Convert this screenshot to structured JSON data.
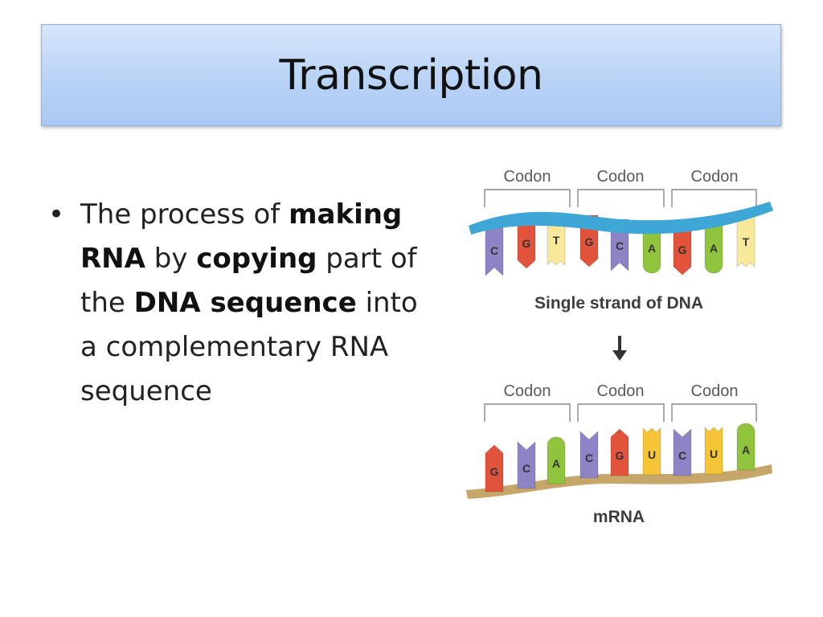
{
  "slide": {
    "title": "Transcription"
  },
  "bullet": {
    "parts": [
      {
        "text": "The process of ",
        "bold": false
      },
      {
        "text": "making RNA",
        "bold": true
      },
      {
        "text": " by ",
        "bold": false
      },
      {
        "text": "copying",
        "bold": true
      },
      {
        "text": " part of the ",
        "bold": false
      },
      {
        "text": "DNA sequence",
        "bold": true
      },
      {
        "text": " into a complementary RNA sequence",
        "bold": false
      }
    ]
  },
  "diagram": {
    "dna": {
      "codon_labels": [
        "Codon",
        "Codon",
        "Codon"
      ],
      "bases": [
        "C",
        "G",
        "T",
        "G",
        "C",
        "A",
        "G",
        "A",
        "T"
      ],
      "caption": "Single strand of DNA"
    },
    "mrna": {
      "codon_labels": [
        "Codon",
        "Codon",
        "Codon"
      ],
      "bases": [
        "G",
        "C",
        "A",
        "C",
        "G",
        "U",
        "C",
        "U",
        "A"
      ],
      "caption": "mRNA"
    },
    "base_colors": {
      "A": "#8fc43c",
      "C": "#8c84c4",
      "G": "#e2533b",
      "T": "#f7e89a",
      "U": "#f6c437"
    },
    "dna_backbone_color": "#3fa7d6",
    "mrna_backbone_color": "#c7a66a"
  }
}
